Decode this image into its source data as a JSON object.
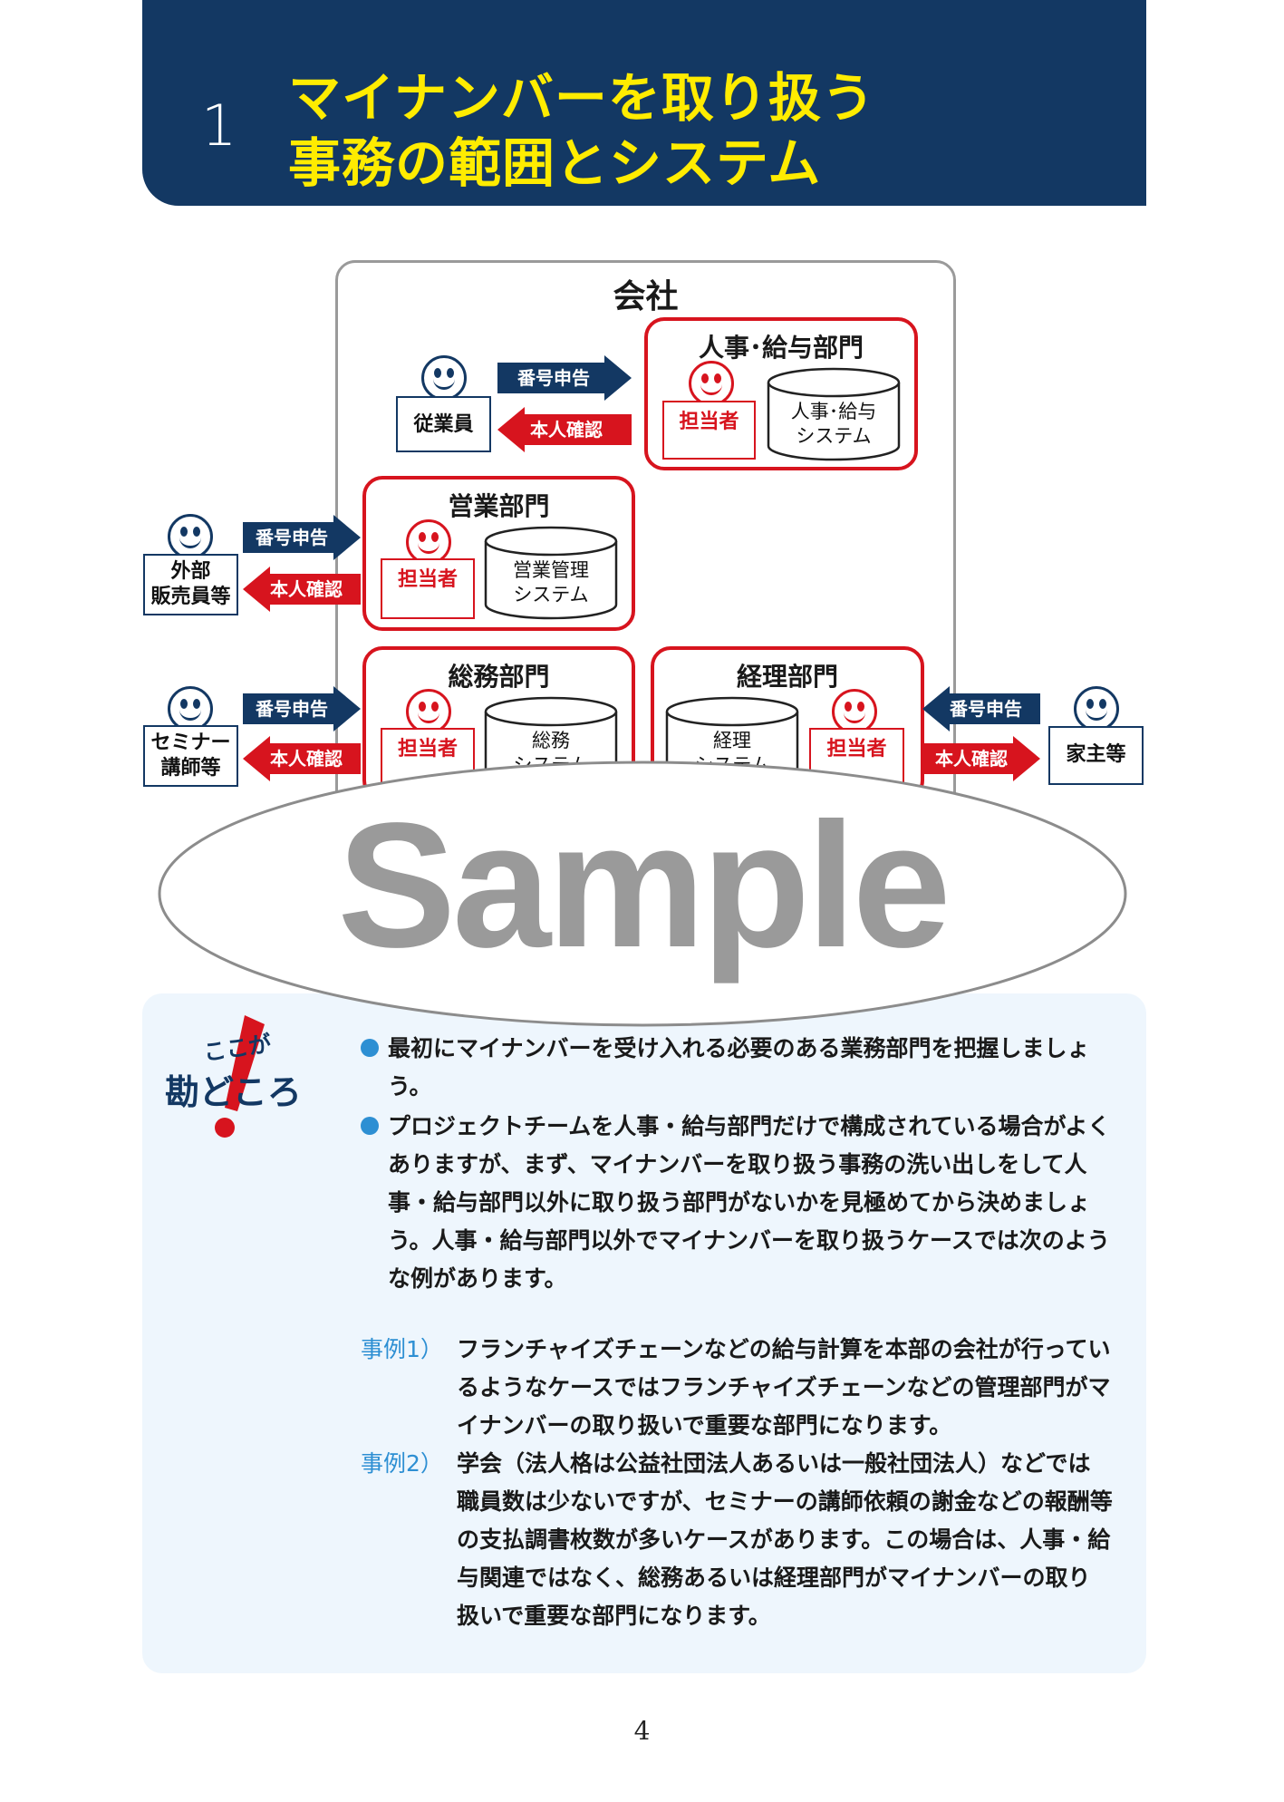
{
  "header": {
    "number": "1",
    "title_line1": "マイナンバーを取り扱う",
    "title_line2": "事務の範囲とシステム"
  },
  "diagram": {
    "company_label": "会社",
    "departments": {
      "hr": {
        "label": "人事･給与部門",
        "staff": "担当者",
        "system_line1": "人事･給与",
        "system_line2": "システム"
      },
      "sales": {
        "label": "営業部門",
        "staff": "担当者",
        "system_line1": "営業管理",
        "system_line2": "システム"
      },
      "general": {
        "label": "総務部門",
        "staff": "担当者",
        "system_line1": "総務",
        "system_line2": "システム"
      },
      "accounting": {
        "label": "経理部門",
        "staff": "担当者",
        "system_line1": "経理",
        "system_line2": "システム"
      }
    },
    "persons": {
      "employee": {
        "line1": "従業員",
        "line2": ""
      },
      "outside_sales": {
        "line1": "外部",
        "line2": "販売員等"
      },
      "lecturer": {
        "line1": "セミナー",
        "line2": "講師等"
      },
      "householder": {
        "line1": "家主等",
        "line2": ""
      }
    },
    "arrows": {
      "number_report": "番号申告",
      "identity_check": "本人確認"
    },
    "colors": {
      "navy": "#133863",
      "red": "#d7141e"
    }
  },
  "watermark": "Sample",
  "tips": {
    "logo_small": "ここが",
    "logo_big": "勘どころ",
    "bullets": [
      "最初にマイナンバーを受け入れる必要のある業務部門を把握しましょう。",
      "プロジェクトチームを人事・給与部門だけで構成されている場合がよくありますが、まず、マイナンバーを取り扱う事務の洗い出しをして人事・給与部門以外に取り扱う部門がないかを見極めてから決めましょう。人事・給与部門以外でマイナンバーを取り扱うケースでは次のような例があります。"
    ],
    "cases": [
      {
        "label": "事例1）",
        "text": "フランチャイズチェーンなどの給与計算を本部の会社が行っているようなケースではフランチャイズチェーンなどの管理部門がマイナンバーの取り扱いで重要な部門になります。"
      },
      {
        "label": "事例2）",
        "text": "学会（法人格は公益社団法人あるいは一般社団法人）などでは職員数は少ないですが、セミナーの講師依頼の謝金などの報酬等の支払調書枚数が多いケースがあります。この場合は、人事・給与関連ではなく、総務あるいは経理部門がマイナンバーの取り扱いで重要な部門になります。"
      }
    ]
  },
  "page_number": "4"
}
